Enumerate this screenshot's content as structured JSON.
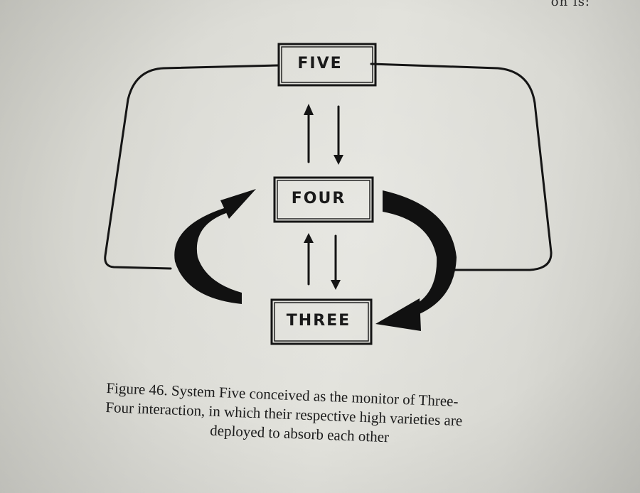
{
  "page": {
    "corner_text": "on is:"
  },
  "diagram": {
    "boxes": {
      "five": "FIVE",
      "four": "FOUR",
      "three": "THREE"
    }
  },
  "caption": {
    "line1": "Figure 46.  System Five conceived as the monitor of Three-",
    "line2": "Four interaction, in which their respective high varieties are",
    "line3": "deployed to absorb each other"
  }
}
